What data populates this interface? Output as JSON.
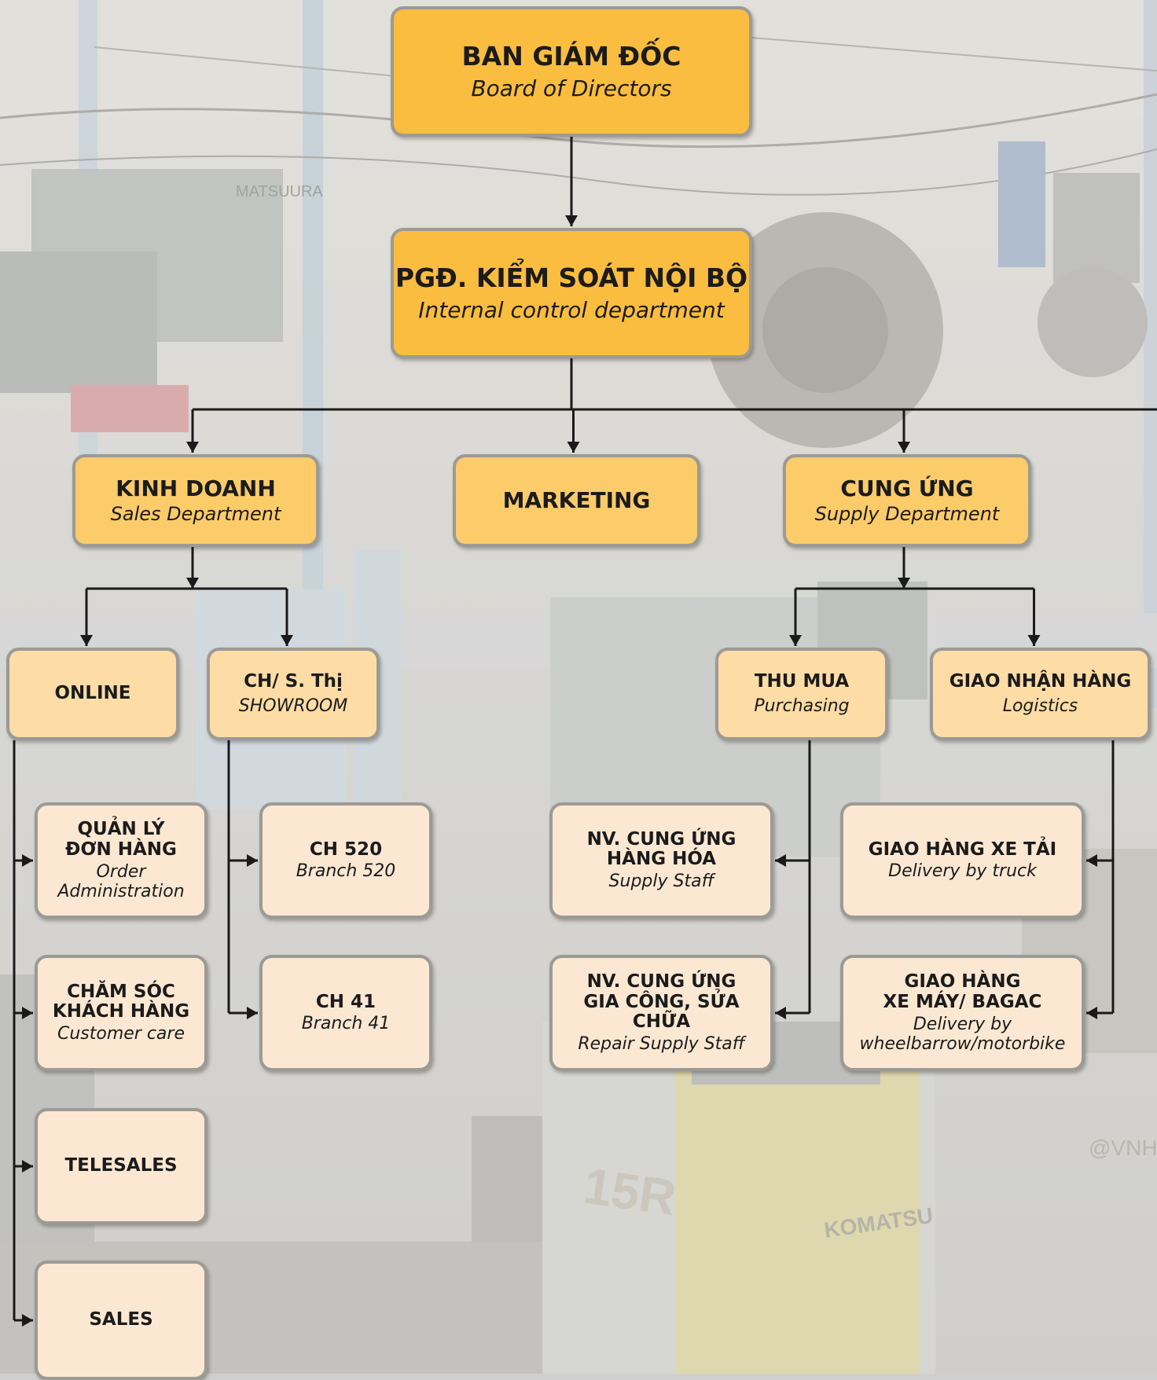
{
  "colors": {
    "top_box": "#fbbd3f",
    "dept_box": "#fccb6a",
    "unit_box": "#fddca6",
    "staff_box": "#fce8d2",
    "border": "#9c9a95",
    "connector": "#1a1a1a"
  },
  "background": {
    "description_icon": "factory-photo-background",
    "watermark_texts": [
      "MATSUURA",
      "KOMATSU",
      "15R",
      "@VNH"
    ]
  },
  "nodes": {
    "board": {
      "title": "BAN GIÁM ĐỐC",
      "subtitle": "Board of Directors"
    },
    "internal_control": {
      "title": "PGĐ. KIỂM SOÁT NỘI BỘ",
      "subtitle": "Internal control department"
    },
    "sales_dept": {
      "title": "KINH DOANH",
      "subtitle": "Sales Department"
    },
    "marketing": {
      "title": "MARKETING"
    },
    "supply_dept": {
      "title": "CUNG ỨNG",
      "subtitle": "Supply Department"
    },
    "online": {
      "title": "ONLINE"
    },
    "showroom": {
      "title": "CH/ S. Thị",
      "subtitle": "SHOWROOM"
    },
    "purchasing": {
      "title": "THU MUA",
      "subtitle": "Purchasing"
    },
    "logistics": {
      "title": "GIAO NHẬN HÀNG",
      "subtitle": "Logistics"
    },
    "order_admin": {
      "title": "QUẢN LÝ\nĐƠN HÀNG",
      "subtitle": "Order\nAdministration"
    },
    "customer_care": {
      "title": "CHĂM SÓC\nKHÁCH HÀNG",
      "subtitle": "Customer care"
    },
    "telesales": {
      "title": "TELESALES"
    },
    "sales": {
      "title": "SALES"
    },
    "branch_520": {
      "title": "CH 520",
      "subtitle": "Branch 520"
    },
    "branch_41": {
      "title": "CH 41",
      "subtitle": "Branch 41"
    },
    "supply_staff": {
      "title": "NV. CUNG ỨNG\nHÀNG HÓA",
      "subtitle": "Supply Staff"
    },
    "repair_supply_staff": {
      "title": "NV. CUNG ỨNG\nGIA CÔNG, SỬA CHỮA",
      "subtitle": "Repair Supply Staff"
    },
    "truck_delivery": {
      "title": "GIAO HÀNG XE TẢI",
      "subtitle": "Delivery by truck"
    },
    "motorbike_delivery": {
      "title": "GIAO HÀNG\nXE MÁY/ BAGAC",
      "subtitle": "Delivery by\nwheelbarrow/motorbike"
    }
  },
  "edges": [
    [
      "board",
      "internal_control"
    ],
    [
      "internal_control",
      "sales_dept"
    ],
    [
      "internal_control",
      "marketing"
    ],
    [
      "internal_control",
      "supply_dept"
    ],
    [
      "sales_dept",
      "online"
    ],
    [
      "sales_dept",
      "showroom"
    ],
    [
      "supply_dept",
      "purchasing"
    ],
    [
      "supply_dept",
      "logistics"
    ],
    [
      "online",
      "order_admin"
    ],
    [
      "online",
      "customer_care"
    ],
    [
      "online",
      "telesales"
    ],
    [
      "online",
      "sales"
    ],
    [
      "showroom",
      "branch_520"
    ],
    [
      "showroom",
      "branch_41"
    ],
    [
      "purchasing",
      "supply_staff"
    ],
    [
      "purchasing",
      "repair_supply_staff"
    ],
    [
      "logistics",
      "truck_delivery"
    ],
    [
      "logistics",
      "motorbike_delivery"
    ]
  ]
}
